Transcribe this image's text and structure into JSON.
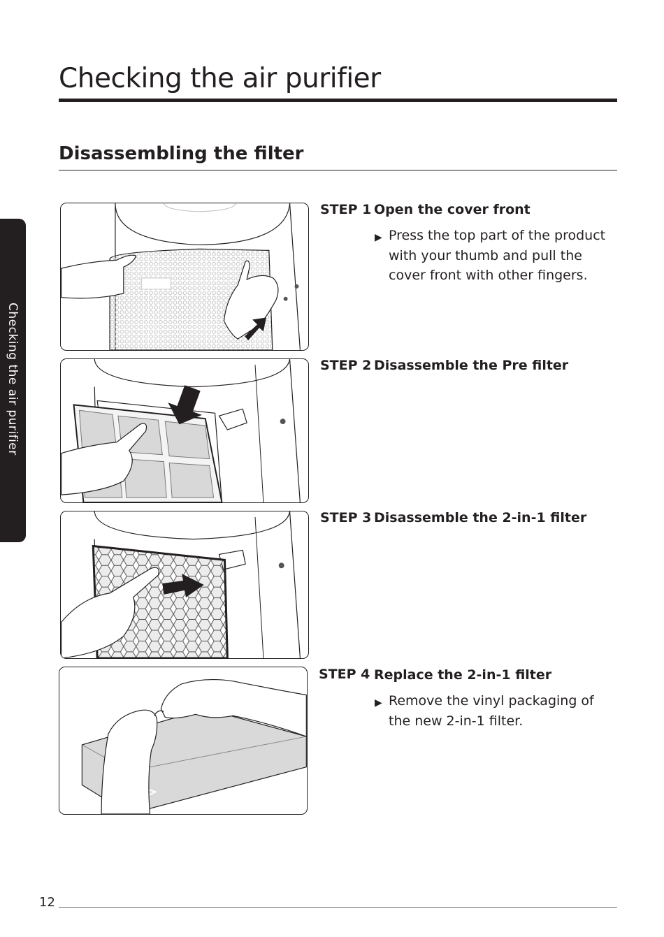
{
  "page": {
    "title": "Checking the air purifier",
    "section_title": "Disassembling the filter",
    "side_tab": "Checking the air purifier",
    "page_number": "12"
  },
  "steps": [
    {
      "label": "STEP 1",
      "title": "Open the cover front",
      "bullet": "▶",
      "description": "Press the top part of the product with your thumb and pull the cover front with other fingers."
    },
    {
      "label": "STEP 2",
      "title": "Disassemble the Pre filter"
    },
    {
      "label": "STEP 3",
      "title": "Disassemble the 2-in-1 filter"
    },
    {
      "label": "STEP 4",
      "title": "Replace the 2-in-1 filter",
      "bullet": "▶",
      "description": "Remove the vinyl packaging of the new 2-in-1 filter."
    }
  ],
  "colors": {
    "ink": "#231f20",
    "rule_gray": "#8a8a8a",
    "side_tab_bg": "#231f20",
    "side_tab_text": "#ffffff"
  }
}
